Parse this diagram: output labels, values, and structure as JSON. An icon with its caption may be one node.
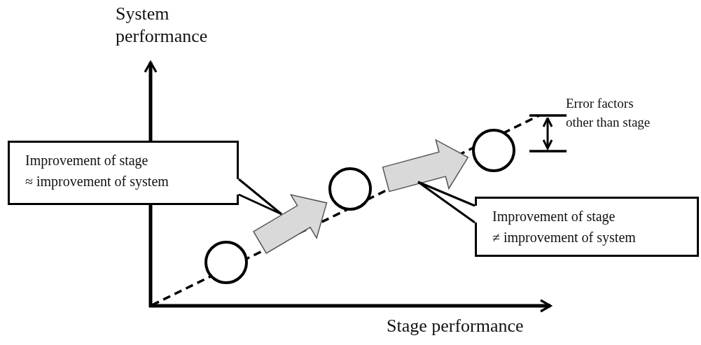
{
  "diagram": {
    "nodes": [
      {
        "text": [],
        "shape": "circle"
      },
      {
        "text": [],
        "shape": "circle"
      },
      {
        "text": [],
        "shape": "circle"
      },
      {
        "text": [
          "Improvement of stage",
          "≈ improvement of system"
        ]
      },
      {
        "text": [
          "Improvement of stage",
          "≠ improvement of system"
        ]
      }
    ],
    "edges": [
      {
        "from": 0,
        "to": 1,
        "arrow": "to",
        "style": "thick"
      },
      {
        "from": 1,
        "to": 2,
        "arrow": "to",
        "style": "thick"
      },
      {
        "from": 3,
        "to": null,
        "arrow": "none"
      },
      {
        "from": 4,
        "to": null,
        "arrow": "none"
      }
    ],
    "labels": [
      "System performance",
      "Stage performance",
      "Error factors other than stage"
    ]
  }
}
